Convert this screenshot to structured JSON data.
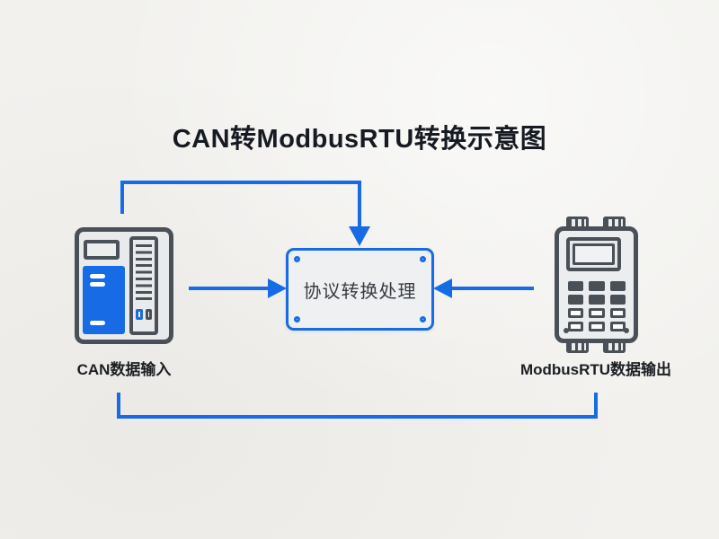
{
  "title": "CAN转ModbusRTU转换示意图",
  "diagram": {
    "left_device": {
      "label": "CAN数据输入",
      "icon": "server-icon"
    },
    "process_box": {
      "label": "协议转换处理",
      "icon": "panel-with-screws"
    },
    "right_device": {
      "label": "ModbusRTU数据输出",
      "icon": "keypad-terminal-icon"
    },
    "connections": [
      {
        "name": "top-route",
        "from": "left_device",
        "to": "process_box",
        "style": "elbow",
        "arrowhead": "down"
      },
      {
        "name": "left-input",
        "from": "left_device",
        "to": "process_box",
        "style": "straight",
        "arrowhead": "right"
      },
      {
        "name": "right-input",
        "from": "right_device",
        "to": "process_box",
        "style": "straight",
        "arrowhead": "left"
      },
      {
        "name": "bottom-link",
        "from": "left_device",
        "to": "right_device",
        "style": "u-bracket",
        "arrowhead": "none"
      }
    ]
  },
  "colors": {
    "accent_blue": "#176BE5",
    "device_gray": "#4A5057",
    "background": "#F2F1EE",
    "box_fill": "#EEF0F2",
    "title_color": "#161A22"
  }
}
